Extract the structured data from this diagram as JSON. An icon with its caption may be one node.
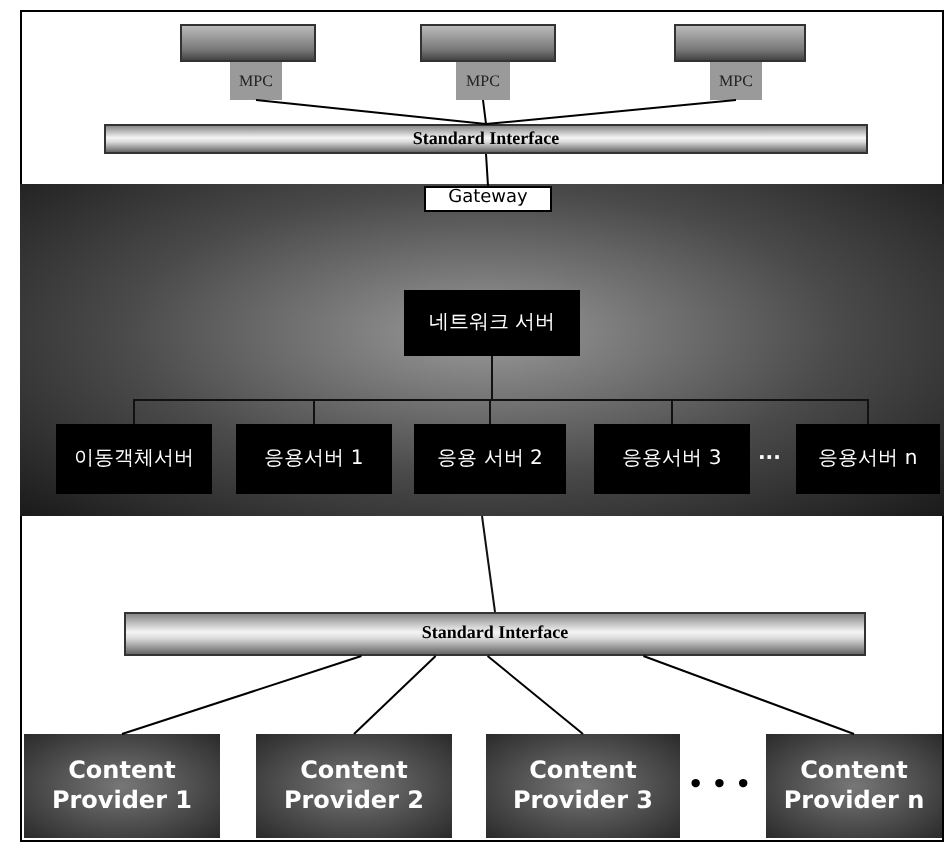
{
  "diagram": {
    "nodes": [
      {
        "text": [],
        "shape": "box"
      },
      {
        "text": [
          "MPC"
        ]
      },
      {
        "text": [],
        "shape": "box"
      },
      {
        "text": [
          "MPC"
        ]
      },
      {
        "text": [],
        "shape": "box"
      },
      {
        "text": [
          "MPC"
        ]
      },
      {
        "text": [
          "Standard Interface"
        ]
      },
      {
        "text": [],
        "shape": "box"
      },
      {
        "text": [
          "Gateway"
        ],
        "in": 7
      },
      {
        "text": [
          "네트워크 서버"
        ],
        "in": 7
      },
      {
        "text": [
          "이동객체서버"
        ],
        "in": 7
      },
      {
        "text": [
          "응용서버 1"
        ],
        "in": 7
      },
      {
        "text": [
          "응용 서버 2"
        ],
        "in": 7
      },
      {
        "text": [
          "응용서버 3"
        ],
        "in": 7
      },
      {
        "text": [
          "응용서버 n"
        ],
        "in": 7
      },
      {
        "text": [
          "Standard Interface"
        ]
      },
      {
        "text": [
          "Content Provider 1"
        ]
      },
      {
        "text": [
          "Content Provider 2"
        ]
      },
      {
        "text": [
          "Content Provider 3"
        ]
      },
      {
        "text": [
          "Content Provider n"
        ]
      }
    ],
    "edges": [
      {
        "from": 1,
        "to": 6,
        "arrow": "none"
      },
      {
        "from": 3,
        "to": 6,
        "arrow": "none"
      },
      {
        "from": 5,
        "to": 6,
        "arrow": "none"
      },
      {
        "from": 6,
        "to": 8,
        "arrow": "none"
      },
      {
        "from": 9,
        "to": 10,
        "arrow": "none"
      },
      {
        "from": 9,
        "to": 11,
        "arrow": "none"
      },
      {
        "from": 9,
        "to": 12,
        "arrow": "none"
      },
      {
        "from": 9,
        "to": 13,
        "arrow": "none"
      },
      {
        "from": 9,
        "to": 14,
        "arrow": "none"
      },
      {
        "from": 7,
        "to": 15,
        "arrow": "none"
      },
      {
        "from": 15,
        "to": 16,
        "arrow": "none"
      },
      {
        "from": 15,
        "to": 17,
        "arrow": "none"
      },
      {
        "from": 15,
        "to": 18,
        "arrow": "none"
      },
      {
        "from": 15,
        "to": 19,
        "arrow": "none"
      }
    ],
    "labels": [
      "···",
      "• • •"
    ]
  }
}
